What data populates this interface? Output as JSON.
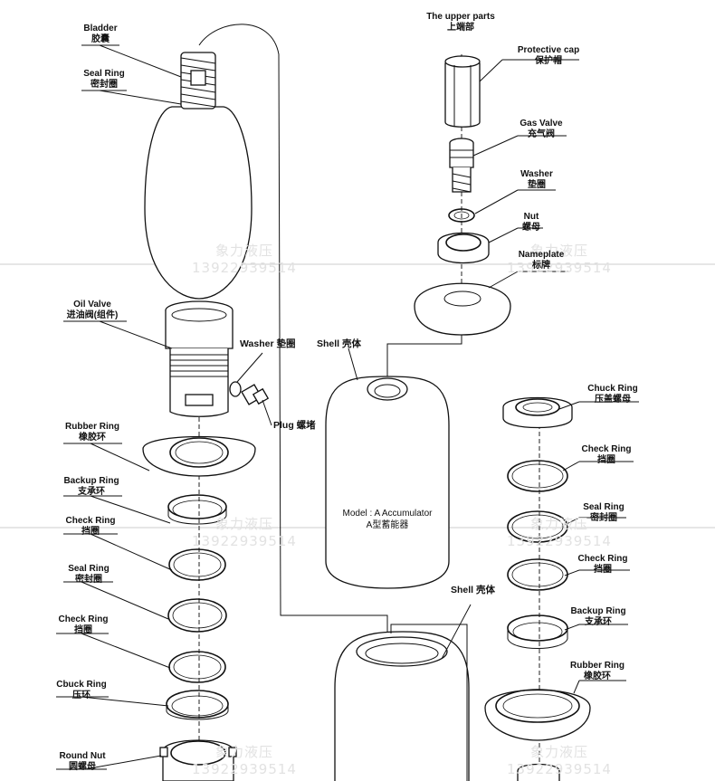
{
  "watermark": {
    "name": "象力液压",
    "phone": "13922939514"
  },
  "labels": {
    "bladder": {
      "en": "Bladder",
      "zh": "胶囊"
    },
    "seal_ring_top": {
      "en": "Seal Ring",
      "zh": "密封圈"
    },
    "oil_valve": {
      "en": "Oil Valve",
      "zh": "进油阀(组件)"
    },
    "washer_left": "Washer 垫圈",
    "plug": "Plug 螺堵",
    "rubber_ring_left": {
      "en": "Rubber Ring",
      "zh": "橡胶环"
    },
    "backup_ring_left": {
      "en": "Backup Ring",
      "zh": "支承环"
    },
    "check_ring_left_1": {
      "en": "Check Ring",
      "zh": "挡圈"
    },
    "seal_ring_left": {
      "en": "Seal Ring",
      "zh": "密封圈"
    },
    "check_ring_left_2": {
      "en": "Check Ring",
      "zh": "挡圈"
    },
    "cbuck_ring": {
      "en": "Cbuck Ring",
      "zh": "压环"
    },
    "round_nut": {
      "en": "Round Nut",
      "zh": "圆螺母"
    },
    "upper_parts": {
      "en": "The upper parts",
      "zh": "上端部"
    },
    "protective_cap": {
      "en": "Protective cap",
      "zh": "保护帽"
    },
    "gas_valve": {
      "en": "Gas Valve",
      "zh": "充气阀"
    },
    "washer_right": {
      "en": "Washer",
      "zh": "垫圈"
    },
    "nut": {
      "en": "Nut",
      "zh": "螺母"
    },
    "nameplate": {
      "en": "Nameplate",
      "zh": "标牌"
    },
    "shell_top": "Shell 壳体",
    "model_en": "Model : A Accumulator",
    "model_zh": "A型蓄能器",
    "shell_bottom": "Shell 壳体",
    "chuck_ring": {
      "en": "Chuck Ring",
      "zh": "压盖螺母"
    },
    "check_ring_right_1": {
      "en": "Check Ring",
      "zh": "挡圈"
    },
    "seal_ring_right": {
      "en": "Seal Ring",
      "zh": "密封圈"
    },
    "check_ring_right_2": {
      "en": "Check Ring",
      "zh": "挡圈"
    },
    "backup_ring_right": {
      "en": "Backup Ring",
      "zh": "支承环"
    },
    "rubber_ring_right": {
      "en": "Rubber Ring",
      "zh": "橡胶环"
    }
  }
}
